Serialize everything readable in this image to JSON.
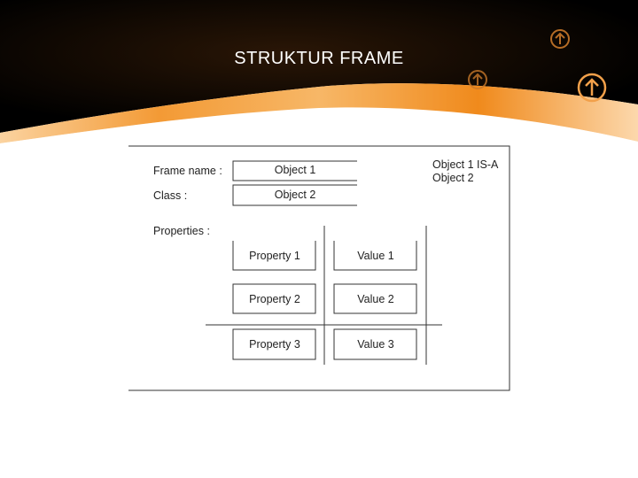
{
  "slide": {
    "title": "STRUKTUR FRAME"
  },
  "icons": [
    "arrow-up-circle-icon",
    "arrow-up-circle-icon",
    "arrow-up-circle-icon"
  ],
  "colors": {
    "banner_dark": "#000000",
    "banner_orange": "#f08a1c",
    "title": "#ffffff"
  },
  "frame": {
    "frame_name_label": "Frame name :",
    "frame_name_value": "Object 1",
    "class_label": "Class :",
    "class_value": "Object 2",
    "isa_line1": "Object 1 IS-A",
    "isa_line2": "Object 2",
    "properties_label": "Properties :",
    "properties": [
      {
        "name": "Property 1",
        "value": "Value 1"
      },
      {
        "name": "Property 2",
        "value": "Value 2"
      },
      {
        "name": "Property 3",
        "value": "Value 3"
      }
    ]
  }
}
